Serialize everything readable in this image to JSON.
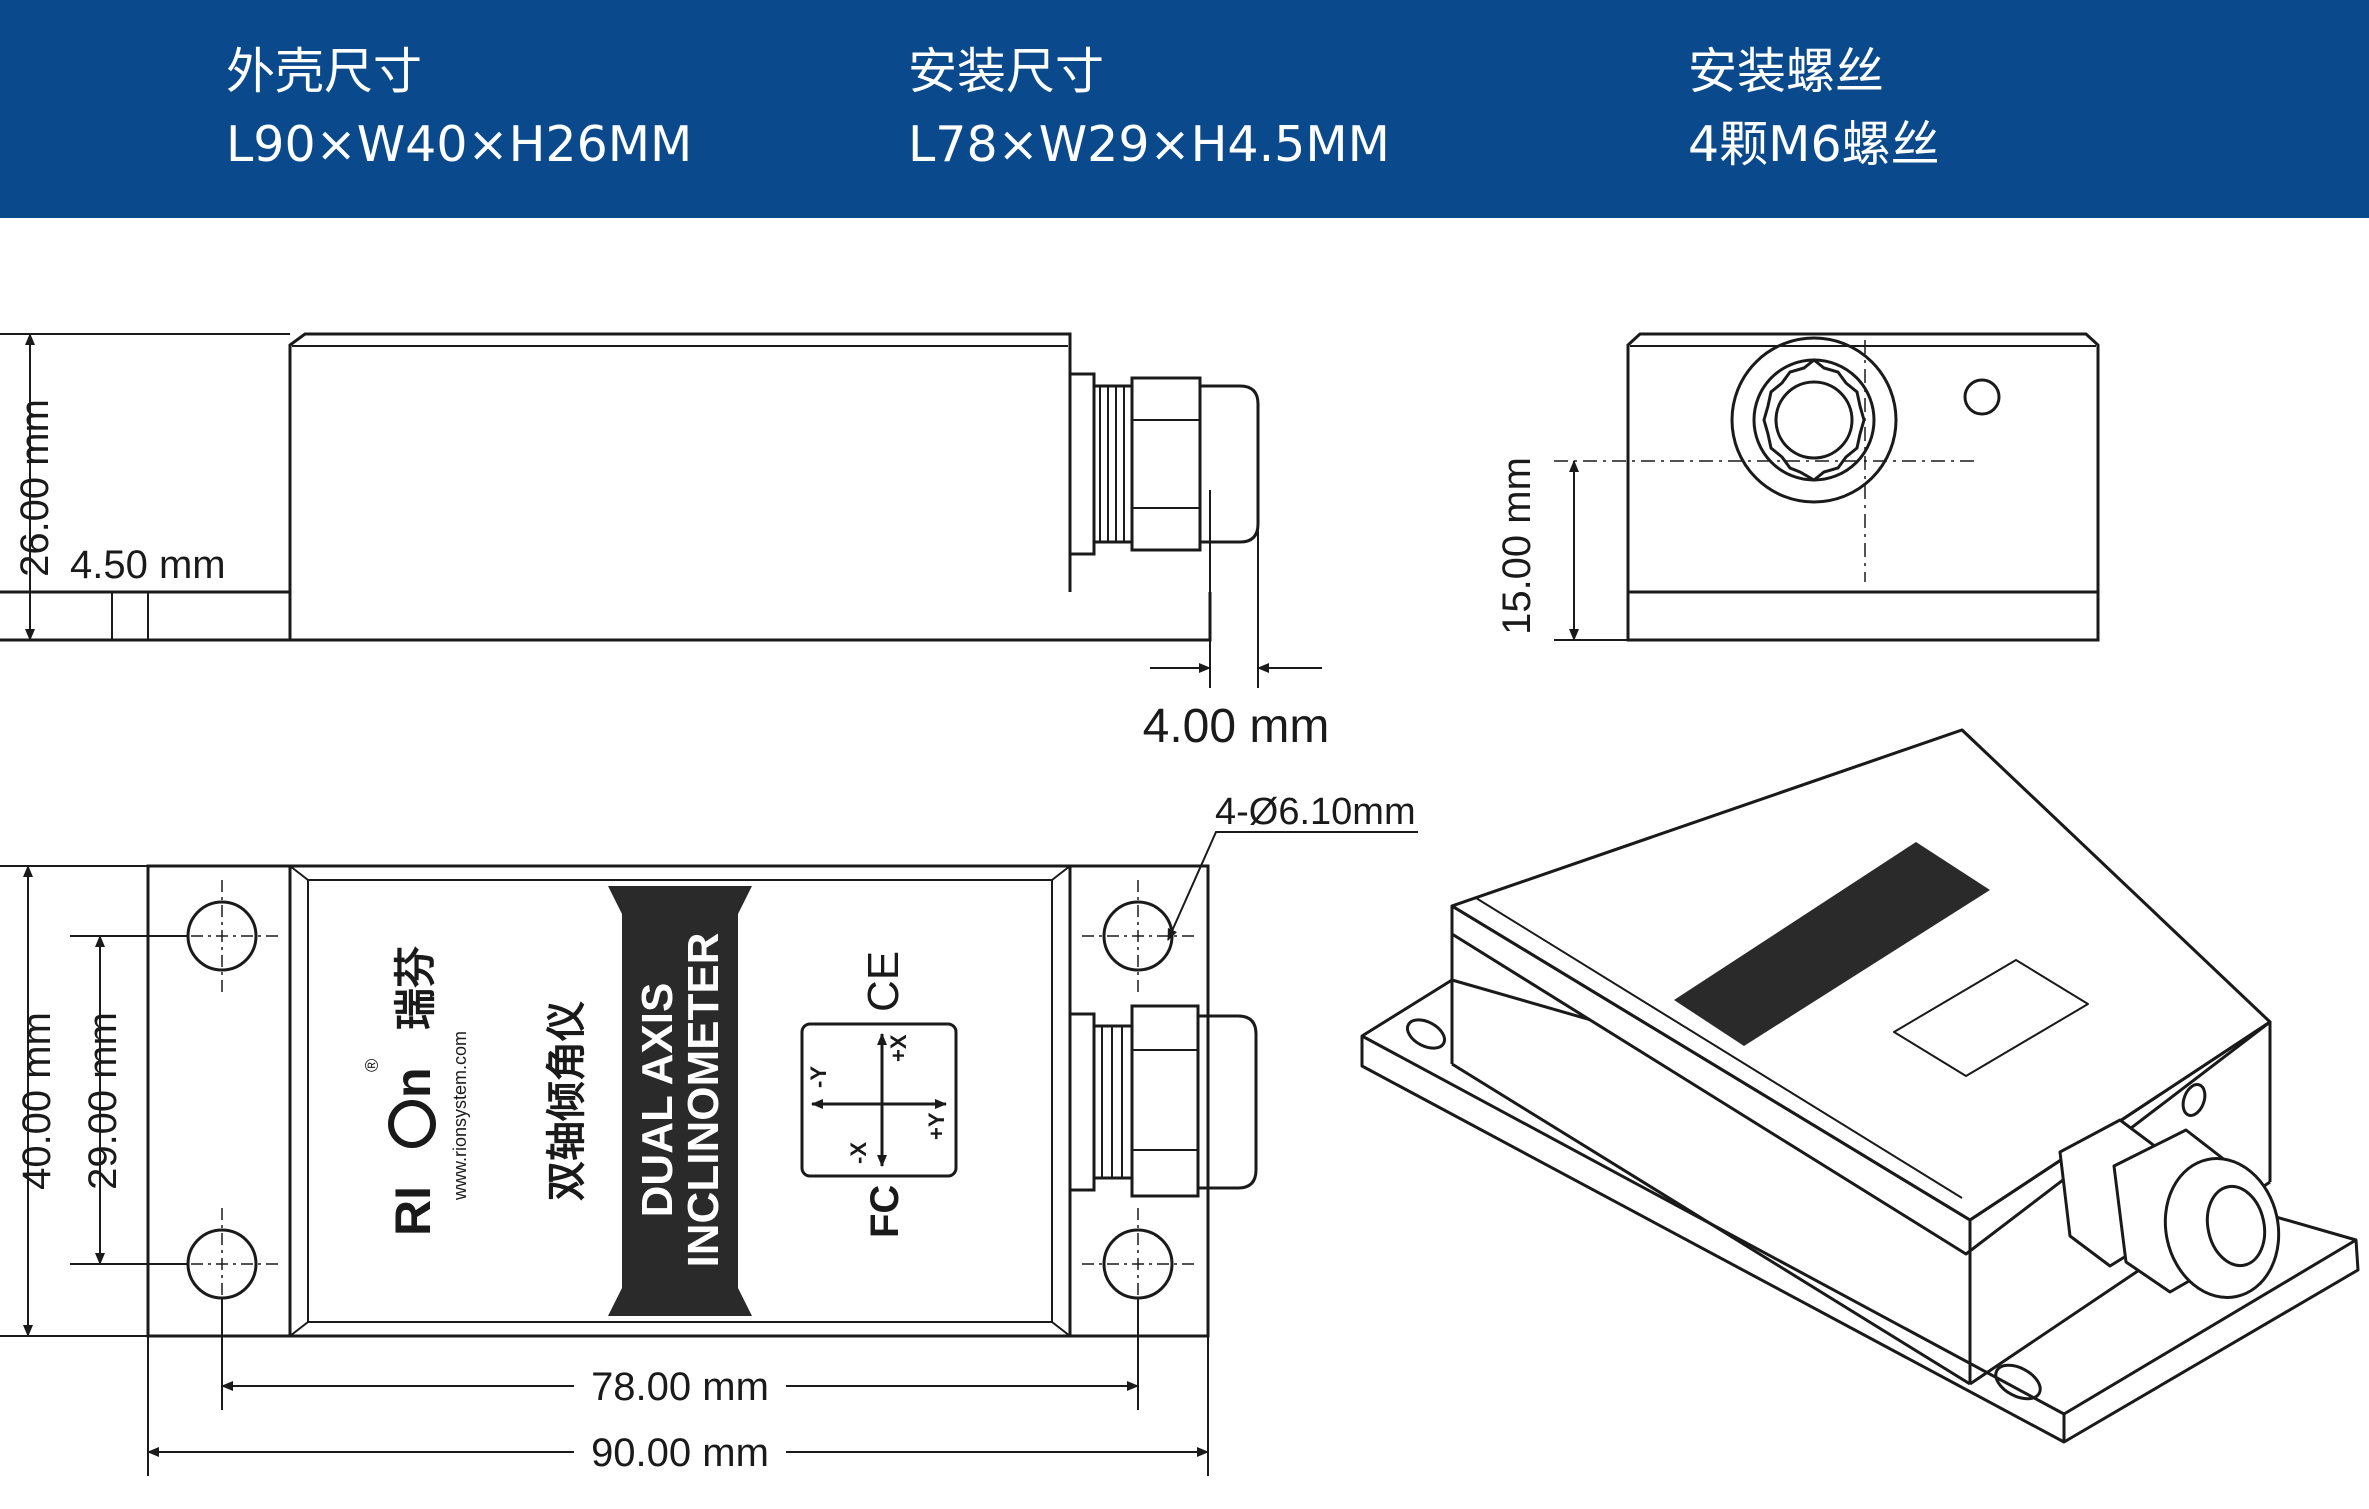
{
  "specs": [
    {
      "title": "外壳尺寸",
      "value": "L90×W40×H26MM"
    },
    {
      "title": "安装尺寸",
      "value": "L78×W29×H4.5MM"
    },
    {
      "title": "安装螺丝",
      "value": "4颗M6螺丝"
    }
  ],
  "dimensions": {
    "height_26": "26.00 mm",
    "flange_450": "4.50 mm",
    "gland_400": "4.00 mm",
    "center_15": "15.00 mm",
    "hole_spec": "4-Ø6.10mm",
    "width_40": "40.00 mm",
    "hole_29": "29.00 mm",
    "hole_78": "78.00 mm",
    "length_90": "90.00 mm"
  },
  "label": {
    "brand": "RI",
    "brand_tail": "n",
    "brand_cn": "瑞芬",
    "url": "www.rionsystem.com",
    "product_cn": "双轴倾角仪",
    "product_en1": "DUAL AXIS",
    "product_en2": "INCLINOMETER",
    "ce": "CE",
    "fc": "FC",
    "axis_neg_y": "-Y",
    "axis_pos_x": "+X",
    "axis_neg_x": "-X",
    "axis_pos_y": "+Y",
    "registered": "®"
  },
  "colors": {
    "banner": "#0a4a8c",
    "line": "#1a1a1a",
    "label_dark": "#2a2a2a"
  }
}
